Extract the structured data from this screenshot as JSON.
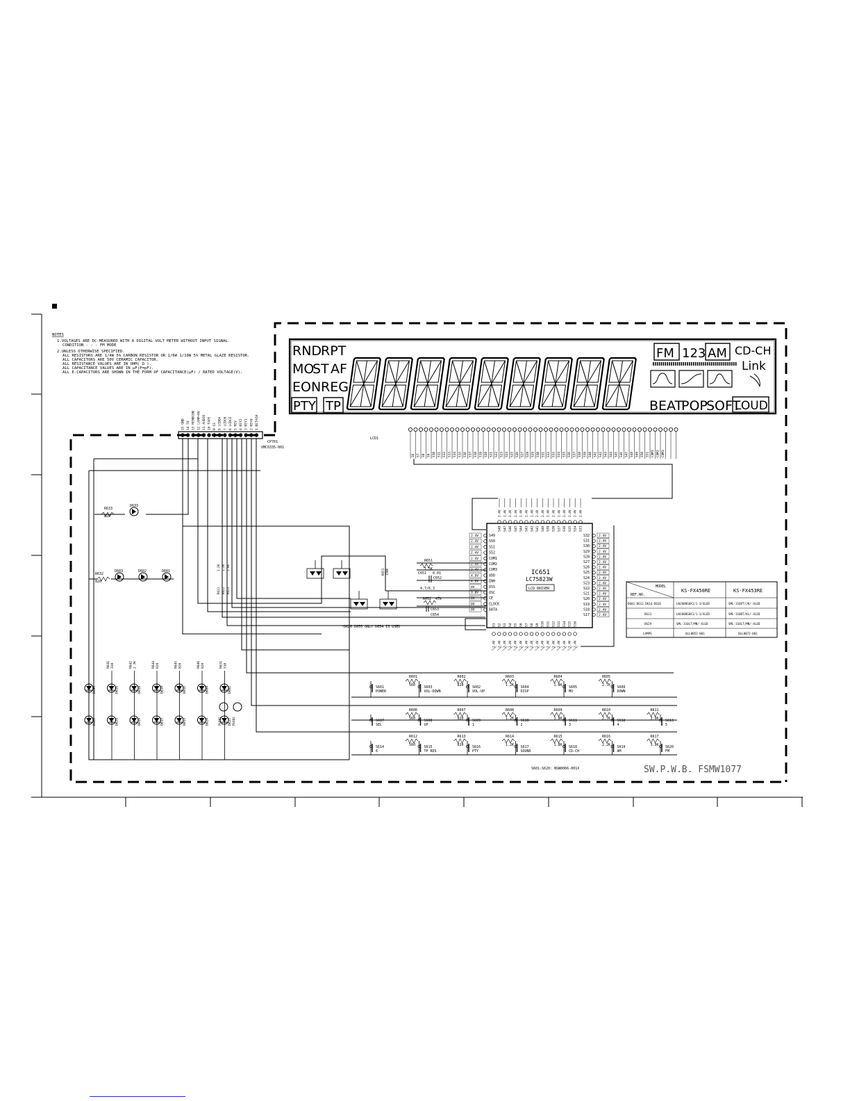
{
  "notes": {
    "heading": "NOTES",
    "lines": [
      "1.VOLTAGES ARE DC-MEASURED WITH A DIGITAL VOLT METER WITHOUT INPUT SIGNAL.",
      "CONDITION - - - FM MODE",
      "2.UNLESS OTHERWISE SPECIFIED.",
      "ALL RESISTORS ARE 1/4W 5% CARBON RESISTOR OR 1/6W 1/10W 5% METAL GLAZE RESISTOR.",
      "ALL CAPACITORS ARE 50V CERAMIC CAPACITOR.",
      "ALL RESISTANCE VALUES ARE IN OHM( Ω ).",
      "ALL CAPACITANCE VALUES ARE IN μF(P=pF).",
      "ALL E-CAPACITORS ARE SHOWN IN THE FORM OF CAPACITANCE(μF) / RATED VOLTAGE(V)."
    ]
  },
  "lcd": {
    "left_indicators": [
      "RND",
      "RPT",
      "MO",
      "ST",
      "AF",
      "EON",
      "REG",
      "PTY",
      "TP"
    ],
    "right_top": [
      "FM",
      "123",
      "AM",
      "CD-CH"
    ],
    "link": "Link",
    "eq_labels": [
      "BEAT",
      "POP",
      "SOFT",
      "LOUD"
    ],
    "ref": "LCD1"
  },
  "connector": {
    "ref": "CP701",
    "part": "VMC0335-001",
    "pins": [
      "15 GND",
      "14 5V",
      "13 REMOCON",
      "12 LAMP+8V",
      "11 AUDIO",
      "10 TAPE",
      "9 CE",
      "8 LCDDA",
      "7 LCDCK",
      "6 LCDCE",
      "5 REV",
      "4 KEY2",
      "3 KEY1",
      "2 KEY0",
      "1 DETACH"
    ]
  },
  "ic": {
    "ref": "IC651",
    "part": "LC75823W",
    "function": "LCD DRIVER",
    "left_pins": [
      "S49",
      "S50",
      "S51",
      "S52",
      "COM1",
      "COM2",
      "COM3",
      "VDD",
      "INH",
      "VSS",
      "OSC",
      "CE",
      "CLOCK",
      "DATA"
    ],
    "left_volts": [
      "2.4V",
      "2.4V",
      "2.4V",
      "2.4V",
      "2.4V",
      "2.4V",
      "2.4V",
      "4.9V",
      "4.9V",
      "0V",
      "3.8V",
      "0V",
      "0V",
      "0V"
    ],
    "right_pins": [
      "S32",
      "S31",
      "S30",
      "S29",
      "S28",
      "S27",
      "S26",
      "S25",
      "S24",
      "S23",
      "S22",
      "S21",
      "S20",
      "S19",
      "S18",
      "S17"
    ],
    "right_volt": "2.4V",
    "top_pins": [
      "S48",
      "S47",
      "S46",
      "S45",
      "S44",
      "S43",
      "S42",
      "S41",
      "S40",
      "S39",
      "S38",
      "S37",
      "S36",
      "S35",
      "S34",
      "S33"
    ],
    "bottom_pins": [
      "S1",
      "S2",
      "S3",
      "S4",
      "S5",
      "S6",
      "S7",
      "S8",
      "S9",
      "S10",
      "S11",
      "S12",
      "S13",
      "S14",
      "S15",
      "S16"
    ],
    "top_volt": "2.4V"
  },
  "lcd_segment_labels": [
    "S6",
    "S7",
    "S8",
    "S9",
    "S10",
    "S11",
    "S12",
    "S13",
    "S14",
    "S15",
    "S16",
    "S17",
    "S18",
    "S19",
    "S20",
    "S21",
    "S22",
    "S23",
    "S24",
    "S25",
    "S26",
    "S27",
    "S28",
    "S29",
    "S30",
    "S31",
    "S32",
    "S33",
    "S34",
    "S35",
    "S36",
    "S37",
    "S38",
    "S39",
    "S40",
    "S41",
    "S42",
    "S43",
    "S44",
    "S45",
    "S46",
    "S47",
    "S48",
    "S49",
    "S50",
    "S51",
    "COM1",
    "COM2",
    "COM3"
  ],
  "components": {
    "r651": "R651",
    "r651_val": "1.5K",
    "c651": "C651",
    "c651_val": "0.01",
    "c652": "C652",
    "c652_val": "4.7/6.3",
    "r652": "R652",
    "r652_val": "47k",
    "c653": "C653",
    "c654": "C654",
    "r653": "R653",
    "r653_val": "150K",
    "r633": "R633",
    "r633_val": "820",
    "d633": "D633",
    "r632": "R632",
    "r632_val": "820",
    "d603": "D603",
    "d602": "D602",
    "d601": "D601",
    "r621": "R621",
    "r622": "R622",
    "r623": "R623",
    "r621_val": "1.2K",
    "r622_val": "1.2K",
    "r623_val": "1.8K",
    "d628_note": "*D626 D655 ONLY D654 IS USED",
    "pl601": "PL601",
    "pl602": "PL602"
  },
  "leds": {
    "resistors": [
      {
        "ref": "R641",
        "val": "330"
      },
      {
        "ref": "R642",
        "val": "2.7K"
      },
      {
        "ref": "R644",
        "val": "820"
      },
      {
        "ref": "R645",
        "val": "820"
      },
      {
        "ref": "R646",
        "val": "820"
      },
      {
        "ref": "R631",
        "val": "510"
      }
    ],
    "row1": [
      "D640",
      "D616",
      "D618",
      "D614",
      "D611",
      "D604",
      "D661"
    ],
    "row2": [
      "D622",
      "D620",
      "D619",
      "D615",
      "D613",
      "D624",
      "D625"
    ]
  },
  "switches": {
    "row1": [
      {
        "r": "R601",
        "rv": "560",
        "s": "S601",
        "label": "POWER"
      },
      {
        "r": "R602",
        "rv": "820",
        "s": "S603",
        "label": "VOL-DOWN"
      },
      {
        "r": "R603",
        "rv": "1.2K",
        "s": "S602",
        "label": "VOL-UP"
      },
      {
        "r": "R604",
        "rv": "1.8K",
        "s": "S604",
        "label": "DISP"
      },
      {
        "r": "R605",
        "rv": "2.7K",
        "s": "S605",
        "label": "MO"
      },
      {
        "r": "",
        "rv": "",
        "s": "S606",
        "label": "DOWN"
      }
    ],
    "row2": [
      {
        "r": "R606",
        "rv": "560",
        "s": "S607",
        "label": "SEL"
      },
      {
        "r": "R607",
        "rv": "820",
        "s": "S608",
        "label": "UP"
      },
      {
        "r": "R608",
        "rv": "1.2K",
        "s": "S609",
        "label": "1"
      },
      {
        "r": "R609",
        "rv": "1.8K",
        "s": "S610",
        "label": "2"
      },
      {
        "r": "R610",
        "rv": "2.7K",
        "s": "S611",
        "label": "3"
      },
      {
        "r": "R611",
        "rv": "3.9K",
        "s": "S612",
        "label": "4"
      },
      {
        "r": "",
        "rv": "",
        "s": "S613",
        "label": "5"
      }
    ],
    "row3": [
      {
        "r": "R612",
        "rv": "560",
        "s": "S614",
        "label": "6"
      },
      {
        "r": "R613",
        "rv": "820",
        "s": "S615",
        "label": "TP RDS"
      },
      {
        "r": "R614",
        "rv": "1.2K",
        "s": "S616",
        "label": "PTY"
      },
      {
        "r": "R615",
        "rv": "1.8K",
        "s": "S617",
        "label": "SOUND"
      },
      {
        "r": "R616",
        "rv": "2.2K",
        "s": "S618",
        "label": "CD-CH"
      },
      {
        "r": "R617",
        "rv": "3.9K",
        "s": "S619",
        "label": "AM"
      },
      {
        "r": "",
        "rv": "",
        "s": "S620",
        "label": "FM"
      }
    ],
    "footer": "S601-S620: NSW0066-001X"
  },
  "model_table": {
    "header_model": "MODEL",
    "header_ref": "REF.NO.",
    "cols": [
      "KS-FX450RE",
      "KS-FX453RE"
    ],
    "rows": [
      {
        "ref": "D601-D612,D614-D626",
        "a": "LNJ008G8X1/1-3/XLED",
        "b": "SML-310VT/JK/-XLED"
      },
      {
        "ref": "D613",
        "a": "LNJ008G8X1/1-3/XLED",
        "b": "SML-310DT/KL/-XLED"
      },
      {
        "ref": "D629",
        "a": "SML-310LT/MN/-XLED",
        "b": "SML-310LT/MN/-XLED"
      },
      {
        "ref": "LAMPS",
        "a": "QLL0052-001",
        "b": "QLL0072-001"
      }
    ]
  },
  "board_title": "SW.P.W.B. FSMW1077"
}
